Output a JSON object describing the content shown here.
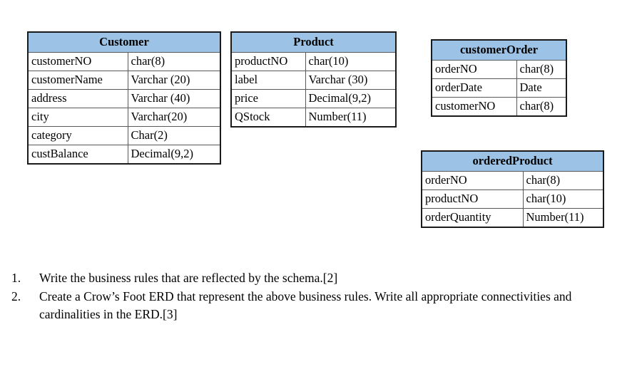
{
  "document": {
    "background_color": "#ffffff",
    "header_fill_color": "#9cc3e5",
    "border_color": "#1a1a1a"
  },
  "tables": [
    {
      "id": "customer",
      "title": "Customer",
      "rows": [
        {
          "attribute": "customerNO",
          "datatype": "char(8)"
        },
        {
          "attribute": "customerName",
          "datatype": "Varchar (20)"
        },
        {
          "attribute": "address",
          "datatype": "Varchar (40)"
        },
        {
          "attribute": "city",
          "datatype": "Varchar(20)"
        },
        {
          "attribute": "category",
          "datatype": "Char(2)"
        },
        {
          "attribute": "custBalance",
          "datatype": "Decimal(9,2)"
        }
      ]
    },
    {
      "id": "product",
      "title": "Product",
      "rows": [
        {
          "attribute": "productNO",
          "datatype": "char(10)"
        },
        {
          "attribute": "label",
          "datatype": "Varchar (30)"
        },
        {
          "attribute": "price",
          "datatype": "Decimal(9,2)"
        },
        {
          "attribute": "QStock",
          "datatype": "Number(11)"
        }
      ]
    },
    {
      "id": "customerOrder",
      "title": "customerOrder",
      "rows": [
        {
          "attribute": "orderNO",
          "datatype": "char(8)"
        },
        {
          "attribute": "orderDate",
          "datatype": "Date"
        },
        {
          "attribute": "customerNO",
          "datatype": "char(8)"
        }
      ]
    },
    {
      "id": "orderedProduct",
      "title": "orderedProduct",
      "rows": [
        {
          "attribute": "orderNO",
          "datatype": "char(8)"
        },
        {
          "attribute": "productNO",
          "datatype": "char(10)"
        },
        {
          "attribute": "orderQuantity",
          "datatype": "Number(11)"
        }
      ]
    }
  ],
  "clipped_text": "",
  "questions": [
    {
      "marker": "1.",
      "text": "Write the business rules that are reflected by the schema.[2]"
    },
    {
      "marker": "2.",
      "text": "Create a Crow’s Foot ERD that represent the above business rules. Write all appropriate connectivities and cardinalities in the ERD.[3]"
    }
  ]
}
